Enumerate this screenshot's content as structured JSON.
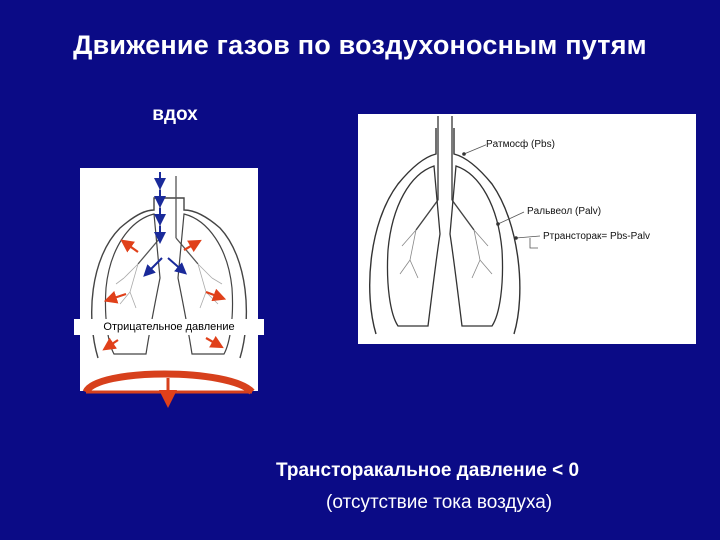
{
  "slide": {
    "title": "Движение газов по воздухоносным путям",
    "subtitle": "вдох",
    "negative_pressure_label": "Отрицательное давление",
    "bottom_main": "Трансторакальное давление < 0",
    "bottom_sub": "(отсутствие тока воздуха)"
  },
  "right_diagram": {
    "label_patm": "Pатмосф (Pbs)",
    "label_palv": "Pальвеол (Palv)",
    "label_ptrans": "Pтрансторак= Pbs-Palv"
  },
  "colors": {
    "background": "#0b0b86",
    "arrow_outward": "#e0401a",
    "arrow_inflow": "#1a2a9a",
    "diaphragm": "#d7401c"
  }
}
